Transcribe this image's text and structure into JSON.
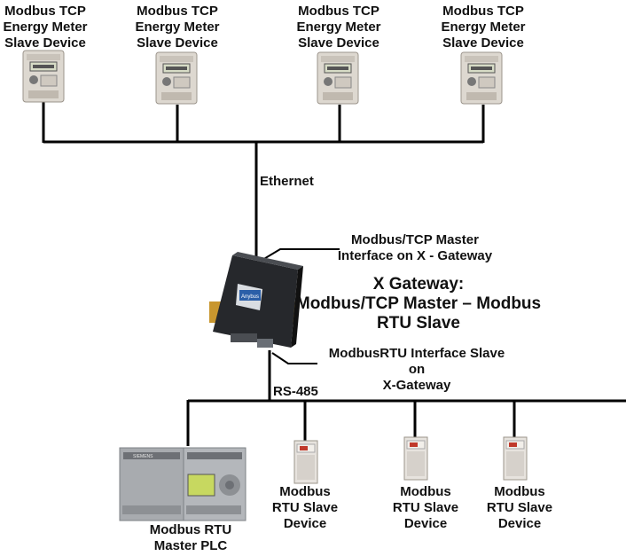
{
  "meters": [
    {
      "line1": "Modbus TCP",
      "line2": "Energy Meter",
      "line3": "Slave Device"
    },
    {
      "line1": "Modbus TCP",
      "line2": "Energy Meter",
      "line3": "Slave Device"
    },
    {
      "line1": "Modbus TCP",
      "line2": "Energy Meter",
      "line3": "Slave Device"
    },
    {
      "line1": "Modbus TCP",
      "line2": "Energy Meter",
      "line3": "Slave Device"
    }
  ],
  "ethernet_label": "Ethernet",
  "tcp_master_label": {
    "line1": "Modbus/TCP Master",
    "line2": "Interface on X - Gateway"
  },
  "gateway_title": {
    "line1": "X Gateway:",
    "line2": "Modbus/TCP Master – Modbus",
    "line3": "RTU Slave"
  },
  "rtu_interface_label": {
    "line1": "ModbusRTU Interface Slave",
    "line2": "on",
    "line3": "X-Gateway"
  },
  "rs485_label": "RS-485",
  "plc_label": {
    "line1": "Modbus RTU",
    "line2": "Master PLC"
  },
  "rtu_slaves": [
    {
      "line1": "Modbus",
      "line2": "RTU Slave",
      "line3": "Device"
    },
    {
      "line1": "Modbus",
      "line2": "RTU Slave",
      "line3": "Device"
    },
    {
      "line1": "Modbus",
      "line2": "RTU Slave",
      "line3": "Device"
    }
  ],
  "plc_brand": "SIEMENS",
  "gateway_brand": "Anybus"
}
